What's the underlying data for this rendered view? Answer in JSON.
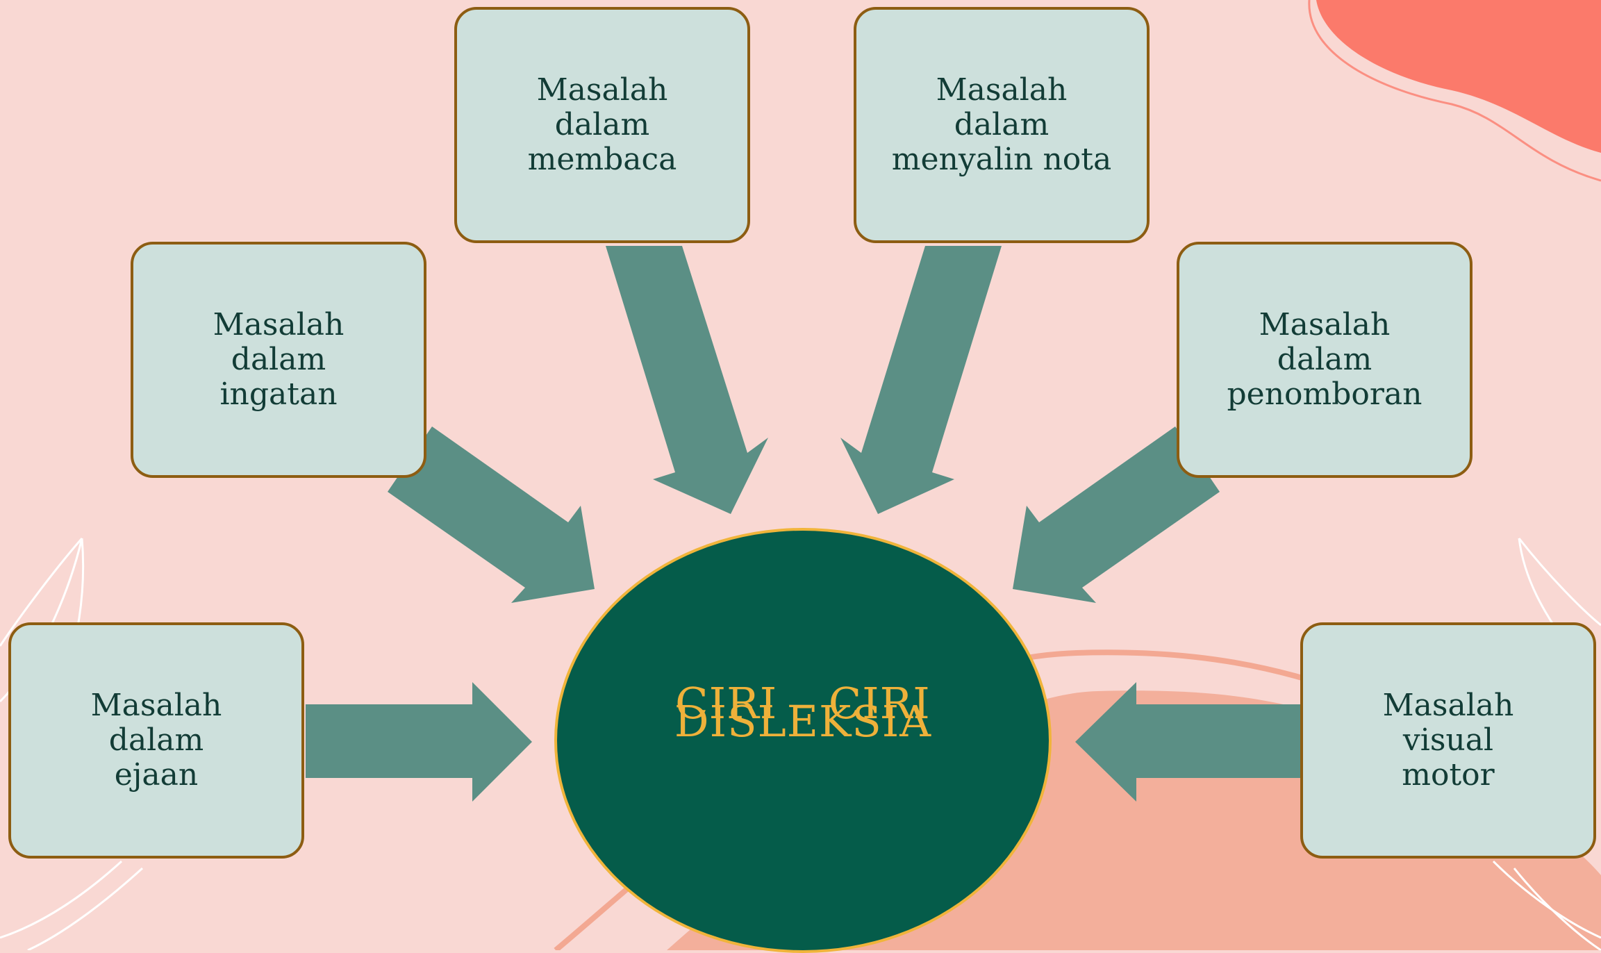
{
  "diagram": {
    "center": {
      "line1": "CIRI – CIRI",
      "line2": "DISLEKSIA"
    },
    "boxes": [
      {
        "id": "membaca",
        "line1": "Masalah dalam",
        "line2": "membaca"
      },
      {
        "id": "menyalin-nota",
        "line1": "Masalah dalam",
        "line2": "menyalin nota"
      },
      {
        "id": "ingatan",
        "line1": "Masalah dalam",
        "line2": "ingatan"
      },
      {
        "id": "penomboran",
        "line1": "Masalah dalam",
        "line2": "penomboran"
      },
      {
        "id": "ejaan",
        "line1": "Masalah dalam",
        "line2": "ejaan"
      },
      {
        "id": "visual-motor",
        "line1": "Masalah visual",
        "line2": "motor"
      }
    ]
  },
  "colors": {
    "background": "#f9d8d3",
    "box_fill": "#cde0dc",
    "box_border": "#8d5d12",
    "arrow": "#5b8f85",
    "center_fill": "#055c4a",
    "center_text": "#eeb13a",
    "accent_coral": "#fb7a6b",
    "accent_peach": "#f3af9b"
  }
}
